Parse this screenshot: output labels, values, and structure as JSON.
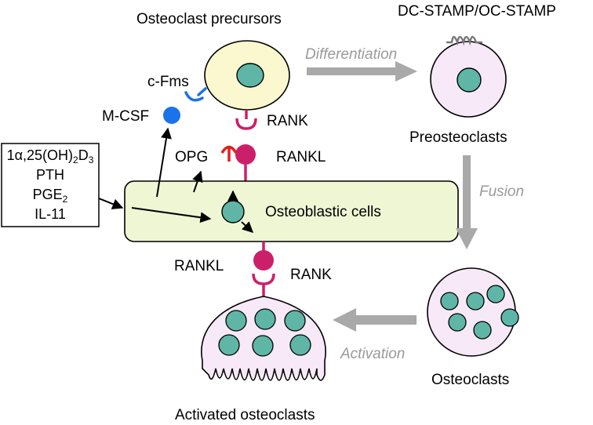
{
  "labels": {
    "osteoclast_precursors": "Osteoclast precursors",
    "dc_stamp": "DC-STAMP/OC-STAMP",
    "differentiation": "Differentiation",
    "c_fms": "c-Fms",
    "m_csf": "M-CSF",
    "rank_top": "RANK",
    "opg": "OPG",
    "rankl_top": "RANKL",
    "preosteoclasts": "Preosteoclasts",
    "fusion": "Fusion",
    "osteoblastic_cells": "Osteoblastic cells",
    "rankl_bottom": "RANKL",
    "rank_bottom": "RANK",
    "osteoclasts": "Osteoclasts",
    "activation": "Activation",
    "activated_osteoclasts": "Activated osteoclasts"
  },
  "factors": {
    "vitd_prefix": "1",
    "vitd_alpha": "α",
    "vitd_mid": ",25(OH)",
    "vitd_sub1": "2",
    "vitd_d": "D",
    "vitd_sub2": "3",
    "pth": "PTH",
    "pge": "PGE",
    "pge_sub": "2",
    "il11": "IL-11"
  },
  "colors": {
    "precursor_fill": "#fbf8cf",
    "osteoblast_fill": "#eff6d4",
    "osteoclast_fill": "#f7e9f7",
    "nucleus": "#5fb6a7",
    "rank_magenta": "#cc1f6a",
    "m_csf_blue": "#1a73e8",
    "opg_red": "#e0201b",
    "process_arrow": "#a9a9a9",
    "dc_stamp_coil": "#7a7a7a"
  }
}
